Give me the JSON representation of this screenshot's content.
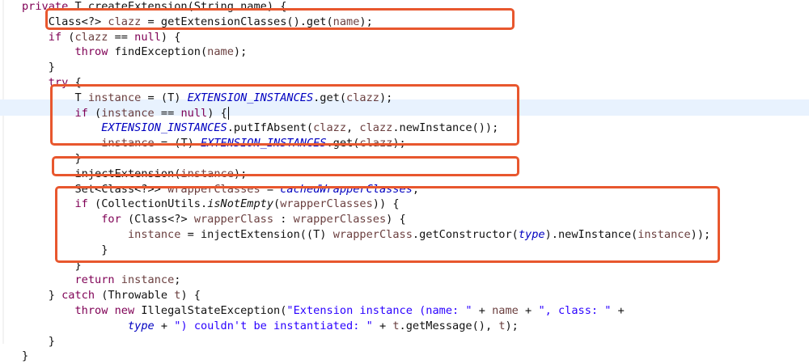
{
  "code": {
    "lines": [
      [
        {
          "t": "private ",
          "c": "kw"
        },
        {
          "t": "T createExtension(String name) {",
          "c": "plain"
        }
      ],
      [
        {
          "t": "    Class<?> ",
          "c": "plain"
        },
        {
          "t": "clazz",
          "c": "var"
        },
        {
          "t": " = getExtensionClasses().get(",
          "c": "plain"
        },
        {
          "t": "name",
          "c": "var"
        },
        {
          "t": ");",
          "c": "plain"
        }
      ],
      [
        {
          "t": "    ",
          "c": "plain"
        },
        {
          "t": "if",
          "c": "kw"
        },
        {
          "t": " (",
          "c": "plain"
        },
        {
          "t": "clazz",
          "c": "var"
        },
        {
          "t": " == ",
          "c": "plain"
        },
        {
          "t": "null",
          "c": "kw"
        },
        {
          "t": ") {",
          "c": "plain"
        }
      ],
      [
        {
          "t": "        ",
          "c": "plain"
        },
        {
          "t": "throw",
          "c": "kw"
        },
        {
          "t": " findException(",
          "c": "plain"
        },
        {
          "t": "name",
          "c": "var"
        },
        {
          "t": ");",
          "c": "plain"
        }
      ],
      [
        {
          "t": "    }",
          "c": "plain"
        }
      ],
      [
        {
          "t": "    ",
          "c": "plain"
        },
        {
          "t": "try",
          "c": "kw"
        },
        {
          "t": " {",
          "c": "plain"
        }
      ],
      [
        {
          "t": "        T ",
          "c": "plain"
        },
        {
          "t": "instance",
          "c": "var"
        },
        {
          "t": " = (T) ",
          "c": "plain"
        },
        {
          "t": "EXTENSION_INSTANCES",
          "c": "field"
        },
        {
          "t": ".get(",
          "c": "plain"
        },
        {
          "t": "clazz",
          "c": "var"
        },
        {
          "t": ");",
          "c": "plain"
        }
      ],
      [
        {
          "t": "        ",
          "c": "plain"
        },
        {
          "t": "if",
          "c": "kw"
        },
        {
          "t": " (",
          "c": "plain"
        },
        {
          "t": "instance",
          "c": "var"
        },
        {
          "t": " == ",
          "c": "plain"
        },
        {
          "t": "null",
          "c": "kw"
        },
        {
          "t": ") {",
          "c": "plain"
        }
      ],
      [
        {
          "t": "            ",
          "c": "plain"
        },
        {
          "t": "EXTENSION_INSTANCES",
          "c": "field"
        },
        {
          "t": ".putIfAbsent(",
          "c": "plain"
        },
        {
          "t": "clazz",
          "c": "var"
        },
        {
          "t": ", ",
          "c": "plain"
        },
        {
          "t": "clazz",
          "c": "var"
        },
        {
          "t": ".newInstance());",
          "c": "plain"
        }
      ],
      [
        {
          "t": "            ",
          "c": "plain"
        },
        {
          "t": "instance",
          "c": "var"
        },
        {
          "t": " = (T) ",
          "c": "plain"
        },
        {
          "t": "EXTENSION_INSTANCES",
          "c": "field"
        },
        {
          "t": ".get(",
          "c": "plain"
        },
        {
          "t": "clazz",
          "c": "var"
        },
        {
          "t": ");",
          "c": "plain"
        }
      ],
      [
        {
          "t": "        }",
          "c": "plain"
        }
      ],
      [
        {
          "t": "        injectExtension(",
          "c": "plain"
        },
        {
          "t": "instance",
          "c": "var"
        },
        {
          "t": ");",
          "c": "plain"
        }
      ],
      [
        {
          "t": "        Set<Class<?>> ",
          "c": "plain"
        },
        {
          "t": "wrapperClasses",
          "c": "var"
        },
        {
          "t": " = ",
          "c": "plain"
        },
        {
          "t": "cachedWrapperClasses",
          "c": "field"
        },
        {
          "t": ";",
          "c": "plain"
        }
      ],
      [
        {
          "t": "        ",
          "c": "plain"
        },
        {
          "t": "if",
          "c": "kw"
        },
        {
          "t": " (CollectionUtils.",
          "c": "plain"
        },
        {
          "t": "isNotEmpty",
          "c": "method"
        },
        {
          "t": "(",
          "c": "plain"
        },
        {
          "t": "wrapperClasses",
          "c": "var"
        },
        {
          "t": ")) {",
          "c": "plain"
        }
      ],
      [
        {
          "t": "            ",
          "c": "plain"
        },
        {
          "t": "for",
          "c": "kw"
        },
        {
          "t": " (Class<?> ",
          "c": "plain"
        },
        {
          "t": "wrapperClass",
          "c": "var"
        },
        {
          "t": " : ",
          "c": "plain"
        },
        {
          "t": "wrapperClasses",
          "c": "var"
        },
        {
          "t": ") {",
          "c": "plain"
        }
      ],
      [
        {
          "t": "                ",
          "c": "plain"
        },
        {
          "t": "instance",
          "c": "var"
        },
        {
          "t": " = injectExtension((T) ",
          "c": "plain"
        },
        {
          "t": "wrapperClass",
          "c": "var"
        },
        {
          "t": ".getConstructor(",
          "c": "plain"
        },
        {
          "t": "type",
          "c": "field"
        },
        {
          "t": ").newInstance(",
          "c": "plain"
        },
        {
          "t": "instance",
          "c": "var"
        },
        {
          "t": "));",
          "c": "plain"
        }
      ],
      [
        {
          "t": "            }",
          "c": "plain"
        }
      ],
      [
        {
          "t": "        }",
          "c": "plain"
        }
      ],
      [
        {
          "t": "        ",
          "c": "plain"
        },
        {
          "t": "return",
          "c": "kw"
        },
        {
          "t": " ",
          "c": "plain"
        },
        {
          "t": "instance",
          "c": "var"
        },
        {
          "t": ";",
          "c": "plain"
        }
      ],
      [
        {
          "t": "    } ",
          "c": "plain"
        },
        {
          "t": "catch",
          "c": "kw"
        },
        {
          "t": " (Throwable ",
          "c": "plain"
        },
        {
          "t": "t",
          "c": "var"
        },
        {
          "t": ") {",
          "c": "plain"
        }
      ],
      [
        {
          "t": "        ",
          "c": "plain"
        },
        {
          "t": "throw",
          "c": "kw"
        },
        {
          "t": " ",
          "c": "plain"
        },
        {
          "t": "new",
          "c": "kw"
        },
        {
          "t": " IllegalStateException(",
          "c": "plain"
        },
        {
          "t": "\"Extension instance (name: \"",
          "c": "str"
        },
        {
          "t": " + ",
          "c": "plain"
        },
        {
          "t": "name",
          "c": "var"
        },
        {
          "t": " + ",
          "c": "plain"
        },
        {
          "t": "\", class: \"",
          "c": "str"
        },
        {
          "t": " +",
          "c": "plain"
        }
      ],
      [
        {
          "t": "                ",
          "c": "plain"
        },
        {
          "t": "type",
          "c": "field"
        },
        {
          "t": " + ",
          "c": "plain"
        },
        {
          "t": "\") couldn't be instantiated: \"",
          "c": "str"
        },
        {
          "t": " + ",
          "c": "plain"
        },
        {
          "t": "t",
          "c": "var"
        },
        {
          "t": ".getMessage(), ",
          "c": "plain"
        },
        {
          "t": "t",
          "c": "var"
        },
        {
          "t": ");",
          "c": "plain"
        }
      ],
      [
        {
          "t": "    }",
          "c": "plain"
        }
      ],
      [
        {
          "t": "}",
          "c": "plain"
        }
      ]
    ]
  },
  "caret_line": 7,
  "colors": {
    "keyword": "#7f0055",
    "field": "#0000c0",
    "variable": "#6a3e3e",
    "string": "#2a00ff",
    "highlight_box": "#e8572e",
    "current_line": "#e8f2fe"
  }
}
